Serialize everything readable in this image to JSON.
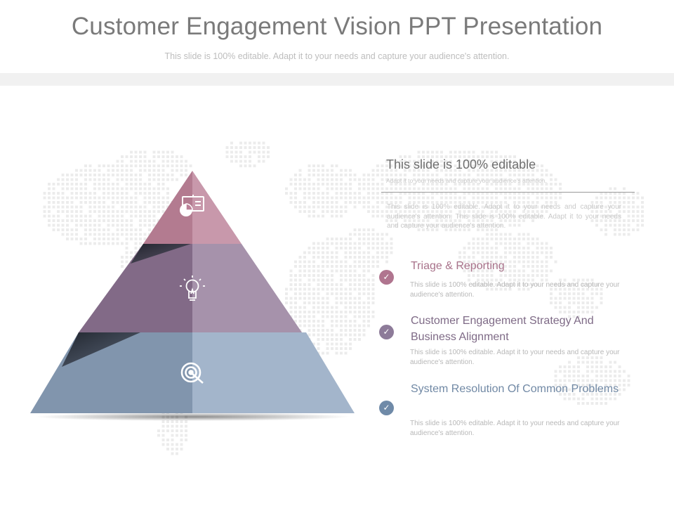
{
  "header": {
    "title": "Customer Engagement Vision PPT Presentation",
    "subtitle": "This slide is 100% editable. Adapt it to your needs and capture your audience's attention."
  },
  "colors": {
    "tier_top": "#bc8198",
    "tier_middle": "#8d7393",
    "tier_bottom": "#8fa5c0",
    "check_1": "#b0758f",
    "check_2": "#8d7b99",
    "check_3": "#6f8aa8"
  },
  "pyramid": {
    "icons": [
      "presentation-chart-icon",
      "lightbulb-icon",
      "target-icon"
    ]
  },
  "intro": {
    "heading": "This slide is 100% editable",
    "subheading": "Adapt it to your needs and capture your audience's attention.",
    "body": "This slide is 100% editable. Adapt it to your needs and capture your audience's attention. This slide is 100% editable. Adapt it to your needs and capture your audience's attention."
  },
  "items": [
    {
      "heading": "Triage & Reporting",
      "body": "This slide is 100% editable. Adapt it to your needs and capture your audience's attention.",
      "color": "#a8728a"
    },
    {
      "heading": "Customer  Engagement Strategy And Business Alignment",
      "body": "This slide is 100% editable. Adapt it to your needs and capture your audience's attention.",
      "color": "#7e6a86"
    },
    {
      "heading": "System Resolution Of Common Problems",
      "body": "This slide is 100% editable. Adapt it to your needs and capture your audience's attention.",
      "color": "#7189a5"
    }
  ]
}
